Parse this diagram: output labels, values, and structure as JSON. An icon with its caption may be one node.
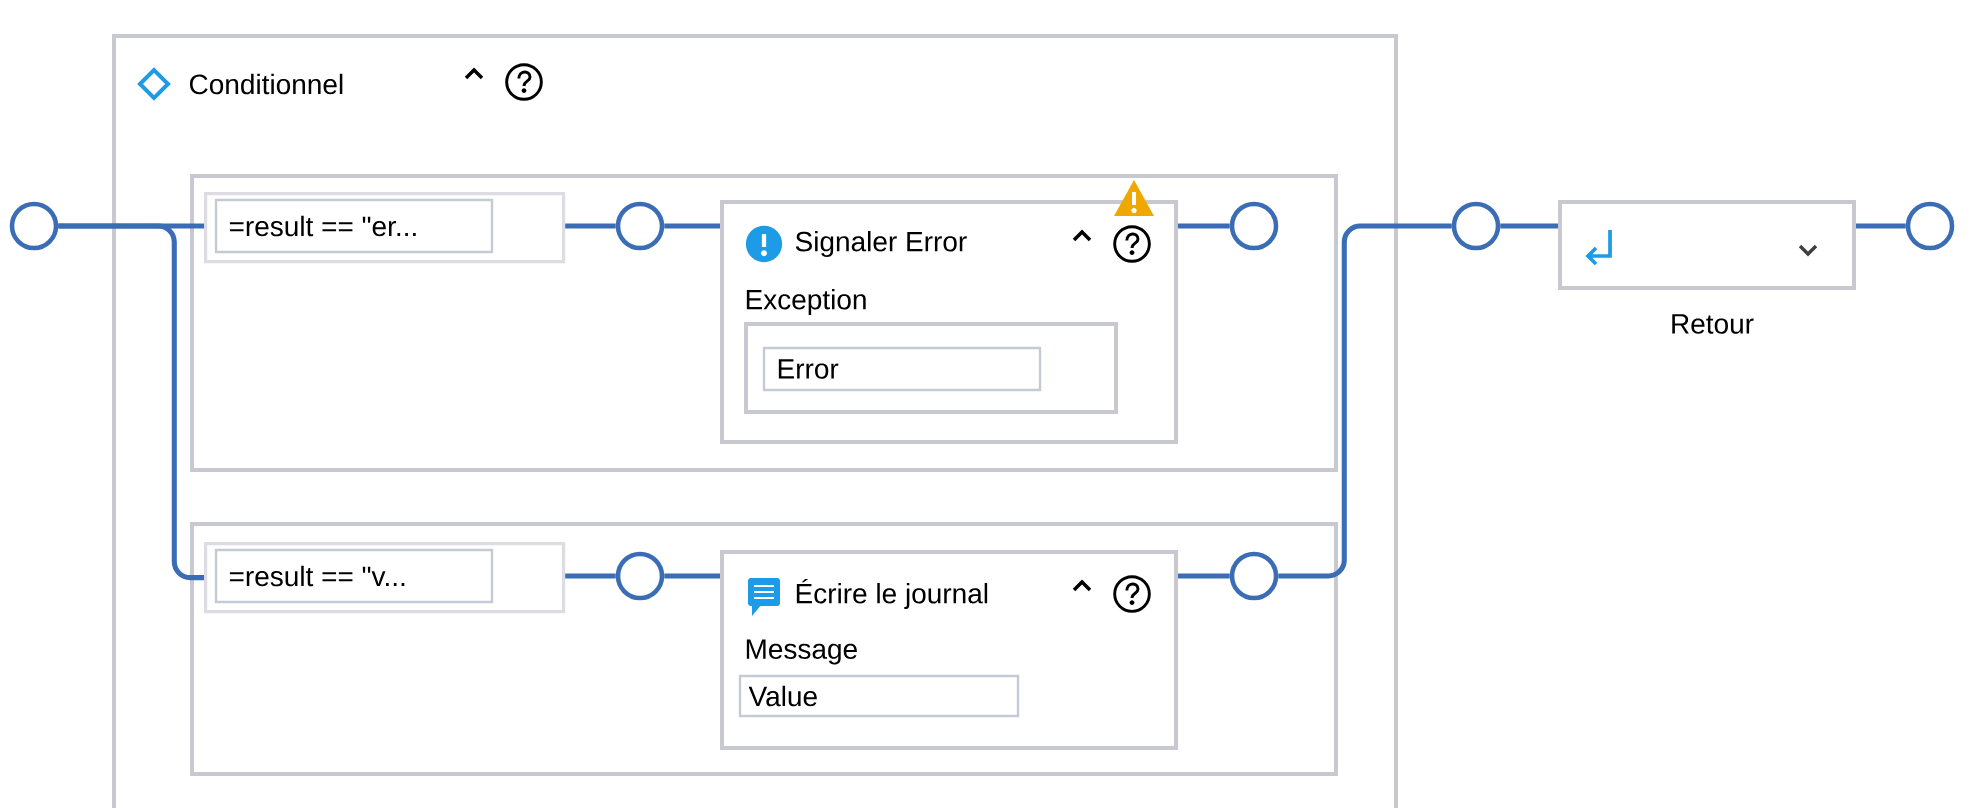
{
  "diagram": {
    "nodes": [
      {
        "text": [
          "Conditionnel"
        ]
      },
      {
        "text": [],
        "shape": "box",
        "in": 0
      },
      {
        "text": [
          "=result == \"er..."
        ],
        "in": 1
      },
      {
        "text": [],
        "shape": "circle",
        "in": 1
      },
      {
        "text": [
          "Signaler Error",
          "Exception"
        ],
        "in": 1
      },
      {
        "text": [
          "Error"
        ],
        "in": 4
      },
      {
        "text": [],
        "shape": "circle",
        "in": 1
      },
      {
        "text": [],
        "shape": "box",
        "in": 0
      },
      {
        "text": [
          "=result == \"v..."
        ],
        "in": 7
      },
      {
        "text": [],
        "shape": "circle",
        "in": 7
      },
      {
        "text": [
          "Écrire le journal",
          "Message",
          "Value"
        ],
        "in": 7
      },
      {
        "text": [],
        "shape": "circle",
        "in": 7
      },
      {
        "text": [],
        "shape": "circle"
      },
      {
        "text": [],
        "shape": "circle"
      },
      {
        "text": [
          "Retour"
        ]
      },
      {
        "text": [],
        "shape": "circle"
      }
    ],
    "edges": [
      {
        "from": 12,
        "to": 2,
        "arrow": "none"
      },
      {
        "from": 12,
        "to": 8,
        "arrow": "none"
      },
      {
        "from": 2,
        "to": 3,
        "arrow": "none"
      },
      {
        "from": 3,
        "to": 4,
        "arrow": "none"
      },
      {
        "from": 4,
        "to": 6,
        "arrow": "none"
      },
      {
        "from": 8,
        "to": 9,
        "arrow": "none"
      },
      {
        "from": 9,
        "to": 10,
        "arrow": "none"
      },
      {
        "from": 10,
        "to": 11,
        "arrow": "none"
      },
      {
        "from": 11,
        "to": 13,
        "arrow": "none"
      },
      {
        "from": 13,
        "to": 14,
        "arrow": "none"
      },
      {
        "from": 14,
        "to": 15,
        "arrow": "none"
      }
    ]
  }
}
